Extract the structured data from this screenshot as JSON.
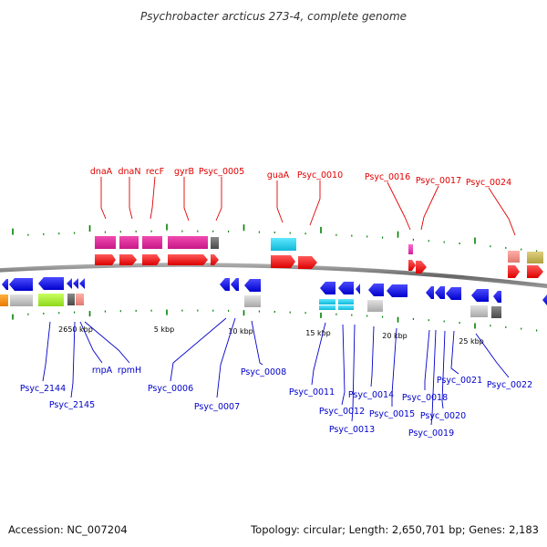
{
  "title": "Psychrobacter arcticus 273-4, complete genome",
  "footer": {
    "accession": "Accession: NC_007204",
    "summary": "Topology: circular; Length: 2,650,701 bp; Genes: 2,183"
  },
  "colors": {
    "forward_cds": "#ff0000",
    "reverse_cds": "#0000ee",
    "label_top": "#e00000",
    "label_bottom": "#0000cc",
    "backbone": "#777777",
    "tick": "#008000"
  },
  "scale_labels": [
    "2650 kbp",
    "5 kbp",
    "10 kbp",
    "15 kbp",
    "20 kbp",
    "25 kbp"
  ],
  "top_labels": [
    "dnaA",
    "dnaN",
    "recF",
    "gyrB",
    "Psyc_0005",
    "guaA",
    "Psyc_0010",
    "Psyc_0016",
    "Psyc_0017",
    "Psyc_0024"
  ],
  "bottom_labels": [
    "Psyc_2144",
    "Psyc_2145",
    "rnpA",
    "rpmH",
    "Psyc_0006",
    "Psyc_0007",
    "Psyc_0008",
    "Psyc_0011",
    "Psyc_0012",
    "Psyc_0013",
    "Psyc_0014",
    "Psyc_0015",
    "Psyc_0018",
    "Psyc_0019",
    "Psyc_0020",
    "Psyc_0021",
    "Psyc_0022"
  ]
}
